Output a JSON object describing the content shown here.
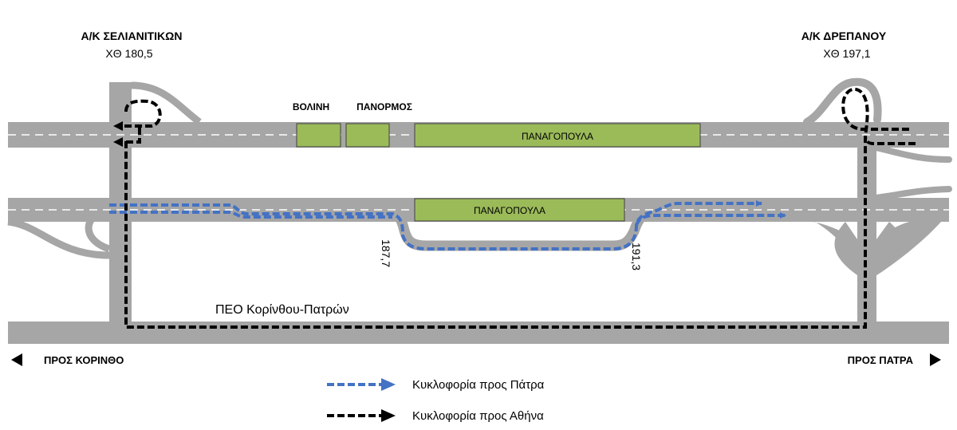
{
  "interchanges": {
    "left": {
      "name": "Α/Κ ΣΕΛΙΑΝΙΤΙΚΩΝ",
      "km": "ΧΘ 180,5"
    },
    "right": {
      "name": "Α/Κ ΔΡΕΠΑΝΟΥ",
      "km": "ΧΘ 197,1"
    }
  },
  "tunnels": {
    "volini": "ΒΟΛΙΝΗ",
    "panormos": "ΠΑΝΟΡΜΟΣ",
    "panagopoula_top": "ΠΑΝΑΓΟΠΟΥΛΑ",
    "panagopoula_bottom": "ΠΑΝΑΓΟΠΟΥΛΑ"
  },
  "chainage": {
    "start": "187,7",
    "end": "191,3"
  },
  "old_road": "ΠΕΟ Κορίνθου-Πατρών",
  "directions": {
    "left": "ΠΡΟΣ ΚΟΡΙΝΘΟ",
    "right": "ΠΡΟΣ ΠΑΤΡΑ"
  },
  "legend": {
    "patra": "Κυκλοφορία προς Πάτρα",
    "athina": "Κυκλοφορία προς Αθήνα"
  },
  "colors": {
    "road": "#a6a6a6",
    "tunnel": "#9bbb59",
    "patra_route": "#4472c4",
    "athina_route": "#000000"
  }
}
